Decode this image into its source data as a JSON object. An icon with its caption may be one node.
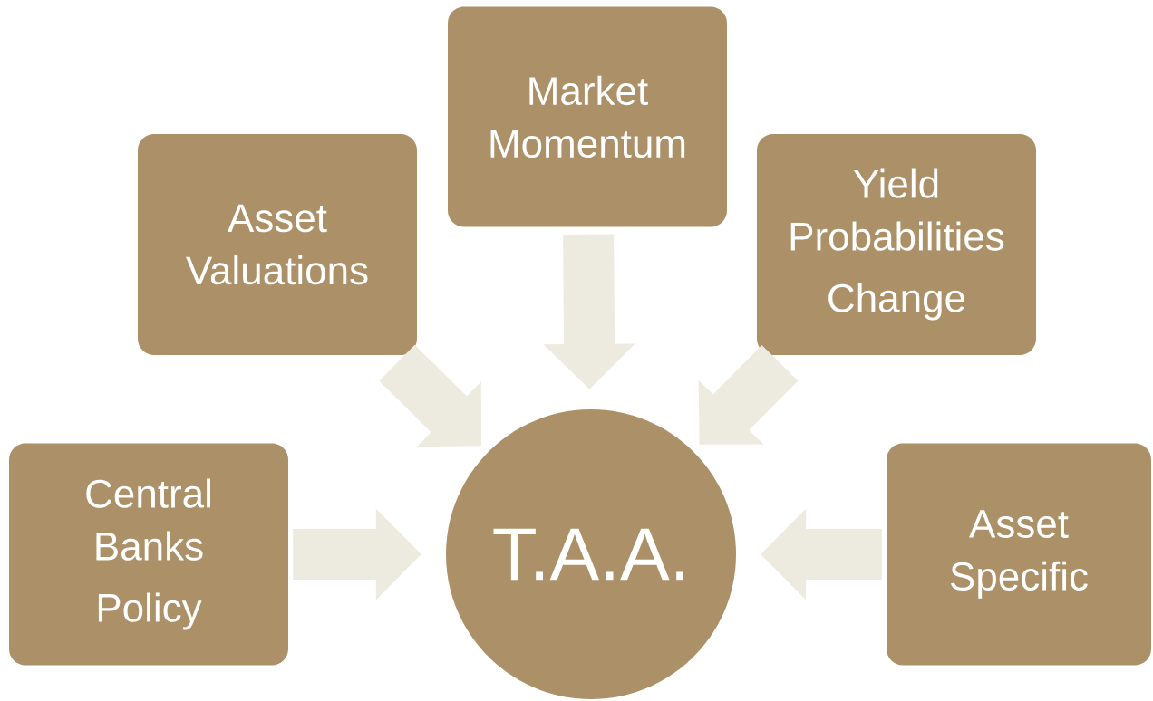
{
  "diagram": {
    "nodes": [
      {
        "text": [
          "Market Momentum"
        ]
      },
      {
        "text": [
          "Asset Valuations"
        ]
      },
      {
        "text": [
          "Yield Probabilities",
          "Change"
        ]
      },
      {
        "text": [
          "Central Banks",
          "Policy"
        ]
      },
      {
        "text": [
          "T.A.A."
        ]
      },
      {
        "text": [
          "Asset Specific"
        ]
      }
    ],
    "edges": [
      {
        "from": 0,
        "to": 4,
        "arrow": "to"
      },
      {
        "from": 1,
        "to": 4,
        "arrow": "to"
      },
      {
        "from": 2,
        "to": 4,
        "arrow": "to"
      },
      {
        "from": 3,
        "to": 4,
        "arrow": "to"
      },
      {
        "from": 5,
        "to": 4,
        "arrow": "to"
      }
    ]
  }
}
